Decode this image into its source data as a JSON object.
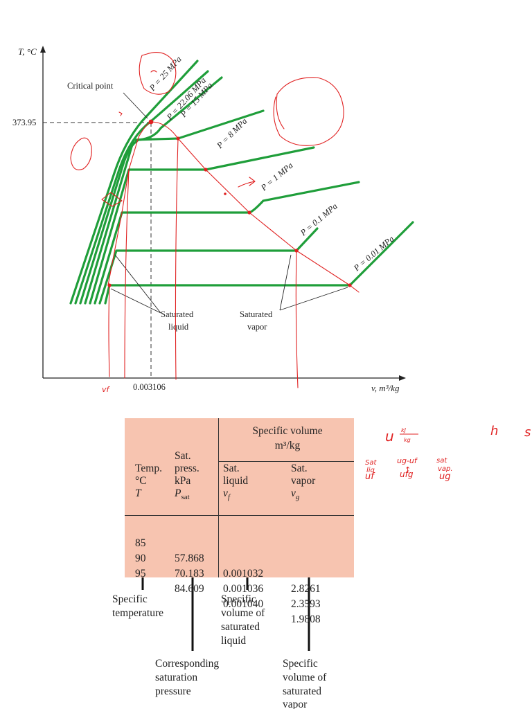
{
  "diagram": {
    "axis_t_label": "T, °C",
    "axis_v_label": "v, m³/kg",
    "critical_point_label": "Critical point",
    "critical_temp_tick": "373.95",
    "critical_vol_tick": "0.003106",
    "isobars": [
      "P = 25 MPa",
      "P = 22.06 MPa",
      "P = 15 MPa",
      "P = 8 MPa",
      "P = 1 MPa",
      "P = 0.1 MPa",
      "P = 0.01 MPa"
    ],
    "saturated_liquid_label": [
      "Saturated",
      "liquid"
    ],
    "saturated_vapor_label": [
      "Saturated",
      "vapor"
    ],
    "colors": {
      "isobar": "#1f9e3a",
      "annotation": "#e02020",
      "axis": "#222222"
    }
  },
  "table": {
    "header_specific_volume": "Specific volume",
    "header_units": "m³/kg",
    "col_temp": [
      "Temp.",
      "°C",
      "T"
    ],
    "col_press": [
      "Sat.",
      "press.",
      "kPa",
      "P",
      "sat"
    ],
    "col_liquid": [
      "Sat.",
      "liquid",
      "v",
      "f"
    ],
    "col_vapor": [
      "Sat.",
      "vapor",
      "v",
      "g"
    ],
    "rows": [
      {
        "temp": "85",
        "press": "57.868",
        "vf": "0.001032",
        "vg": "2.8261"
      },
      {
        "temp": "90",
        "press": "70.183",
        "vf": "0.001036",
        "vg": "2.3593"
      },
      {
        "temp": "95",
        "press": "84.609",
        "vf": "0.001040",
        "vg": "1.9808"
      }
    ],
    "background": "#f7c4b0"
  },
  "callouts": {
    "specific_temperature": [
      "Specific",
      "temperature"
    ],
    "corresponding_pressure": [
      "Corresponding",
      "saturation",
      "pressure"
    ],
    "specific_volume_liquid": [
      "Specific",
      "volume of",
      "saturated",
      "liquid"
    ],
    "specific_volume_vapor": [
      "Specific",
      "volume of",
      "saturated",
      "vapor"
    ]
  },
  "handwriting": {
    "u_top": "u",
    "kj_fraction_top": "kJ",
    "kj_fraction_bottom": "kg",
    "h": "h",
    "s": "s",
    "sat_liq": [
      "Sat",
      "liq"
    ],
    "ug_minus_uf": "ug-uf",
    "arrow_mark": "↑",
    "ufg": "ufg",
    "sat_vap": [
      "sat",
      "vap."
    ],
    "uf": "uf",
    "ug": "ug",
    "vf_axis_note": "vf"
  }
}
